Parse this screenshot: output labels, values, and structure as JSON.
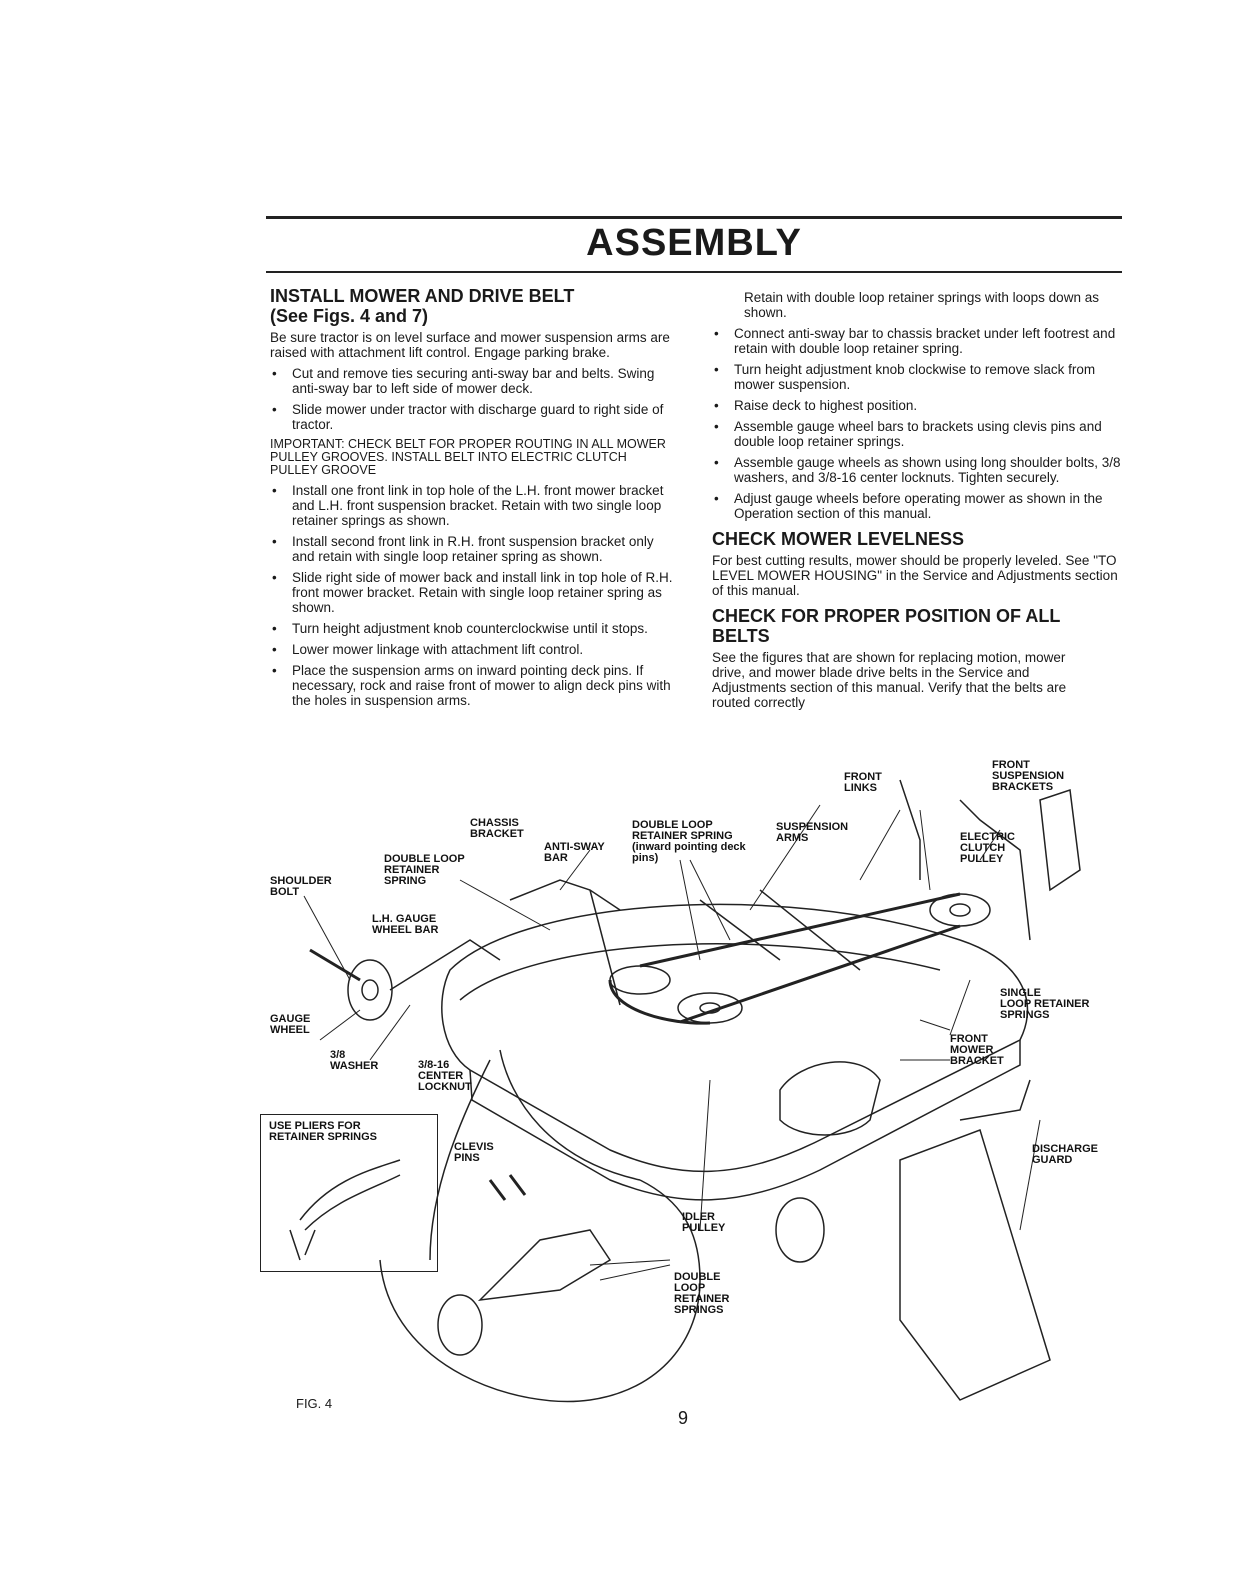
{
  "header": {
    "title": "ASSEMBLY"
  },
  "left": {
    "heading_line1": "INSTALL MOWER AND DRIVE BELT",
    "heading_line2": "(See Figs. 4 and 7)",
    "intro": "Be sure tractor is on level surface and mower suspension arms are raised with attachment lift control. Engage parking brake.",
    "bullets_a": [
      "Cut and remove ties securing anti-sway bar and belts. Swing anti-sway bar to left side of mower deck.",
      "Slide mower under tractor with discharge guard to right side of tractor."
    ],
    "important": "IMPORTANT: CHECK BELT FOR PROPER ROUTING IN ALL MOWER PULLEY GROOVES. INSTALL BELT INTO ELECTRIC CLUTCH PULLEY GROOVE",
    "bullets_b": [
      "Install one front link in top hole of the L.H. front mower bracket and L.H. front suspension bracket. Retain with two single loop retainer springs as shown.",
      "Install second front link in R.H. front suspension bracket only and retain with single loop retainer spring as shown.",
      "Slide right side of mower back and install link in top hole of R.H. front mower bracket. Retain with single loop retainer spring as shown.",
      "Turn height adjustment knob counterclockwise until it stops.",
      "Lower mower linkage with attachment lift control.",
      "Place the suspension arms on inward pointing deck pins. If necessary, rock and raise front of mower to align deck pins with the holes in suspension arms."
    ]
  },
  "right": {
    "continuation": "Retain with double loop retainer springs with loops down as shown.",
    "bullets": [
      "Connect anti-sway bar to chassis bracket under left footrest and retain with double loop retainer spring.",
      "Turn height adjustment knob clockwise to remove slack from mower suspension.",
      "Raise deck to highest position.",
      "Assemble gauge wheel bars to brackets using clevis pins and double loop retainer springs.",
      "Assemble gauge wheels as shown using long shoulder bolts, 3/8 washers, and 3/8-16 center locknuts. Tighten securely.",
      "Adjust gauge wheels before operating mower as shown in the Operation section of this manual."
    ],
    "levelness_heading": "CHECK MOWER LEVELNESS",
    "levelness_text": "For best cutting results, mower should be properly leveled. See \"TO LEVEL MOWER HOUSING\" in the Service and Adjustments section of this manual.",
    "belts_heading_line1": "CHECK FOR PROPER POSITION OF ALL",
    "belts_heading_line2": "BELTS",
    "belts_text": "See the figures that are shown for replacing motion, mower drive, and mower blade drive belts in the Service and Adjustments section of this manual. Verify that the belts are routed correctly"
  },
  "figure": {
    "labels": {
      "front_links": "FRONT\nLINKS",
      "front_suspension_brackets": "FRONT\nSUSPENSION\nBRACKETS",
      "chassis_bracket": "CHASSIS\nBRACKET",
      "anti_sway_bar": "ANTI-SWAY\nBAR",
      "double_loop_retainer_spring_top": "DOUBLE LOOP\nRETAINER SPRING\n(inward pointing deck\npins)",
      "suspension_arms": "SUSPENSION\nARMS",
      "electric_clutch_pulley": "ELECTRIC\nCLUTCH\nPULLEY",
      "double_loop_retainer_spring_left": "DOUBLE LOOP\nRETAINER\nSPRING",
      "shoulder_bolt": "SHOULDER\nBOLT",
      "lh_gauge_wheel_bar": "L.H. GAUGE\nWHEEL BAR",
      "gauge_wheel": "GAUGE\nWHEEL",
      "washer": "3/8\nWASHER",
      "locknut": "3/8-16\nCENTER\nLOCKNUT",
      "single_loop_retainer_springs": "SINGLE\nLOOP RETAINER\nSPRINGS",
      "front_mower_bracket": "FRONT\nMOWER\nBRACKET",
      "use_pliers": "USE PLIERS FOR\nRETAINER SPRINGS",
      "clevis_pins": "CLEVIS\nPINS",
      "idler_pulley": "IDLER\nPULLEY",
      "double_loop_retainer_springs_bottom": "DOUBLE\nLOOP\nRETAINER\nSPRINGS",
      "discharge_guard": "DISCHARGE\nGUARD"
    },
    "caption": "FIG. 4"
  },
  "footer": {
    "page_number": "9"
  }
}
